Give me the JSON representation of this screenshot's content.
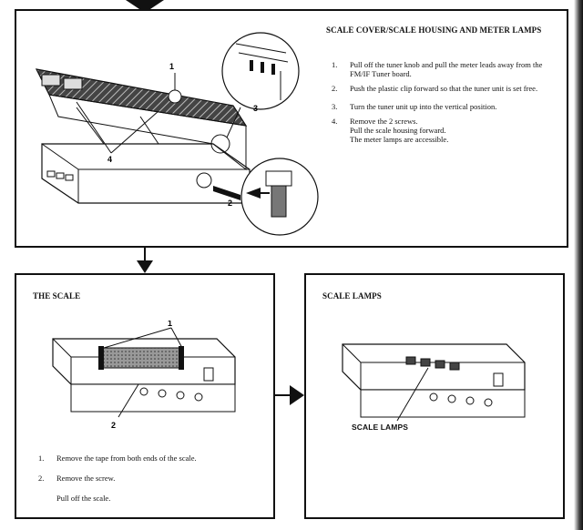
{
  "top": {
    "title": "SCALE COVER/SCALE HOUSING AND METER LAMPS",
    "steps": [
      {
        "num": "1.",
        "text": "Pull off the tuner knob and pull the meter leads away from the FM/IF Tuner board."
      },
      {
        "num": "2.",
        "text": "Push the plastic clip forward so that the tuner unit is set free."
      },
      {
        "num": "3.",
        "text": "Turn the tuner unit up into the vertical position."
      },
      {
        "num": "4.",
        "text": "Remove the 2 screws.",
        "extra": [
          "Pull the scale housing forward.",
          "The meter lamps are accessible."
        ]
      }
    ],
    "callouts": [
      "1",
      "4",
      "3",
      "2"
    ]
  },
  "scale": {
    "title": "THE SCALE",
    "steps": [
      {
        "num": "1.",
        "text": "Remove the tape from both ends of the scale."
      },
      {
        "num": "2.",
        "text": "Remove the screw."
      }
    ],
    "trailing": "Pull off the scale.",
    "callouts": [
      "1",
      "2"
    ]
  },
  "lamps": {
    "title": "SCALE LAMPS",
    "label": "SCALE LAMPS"
  }
}
